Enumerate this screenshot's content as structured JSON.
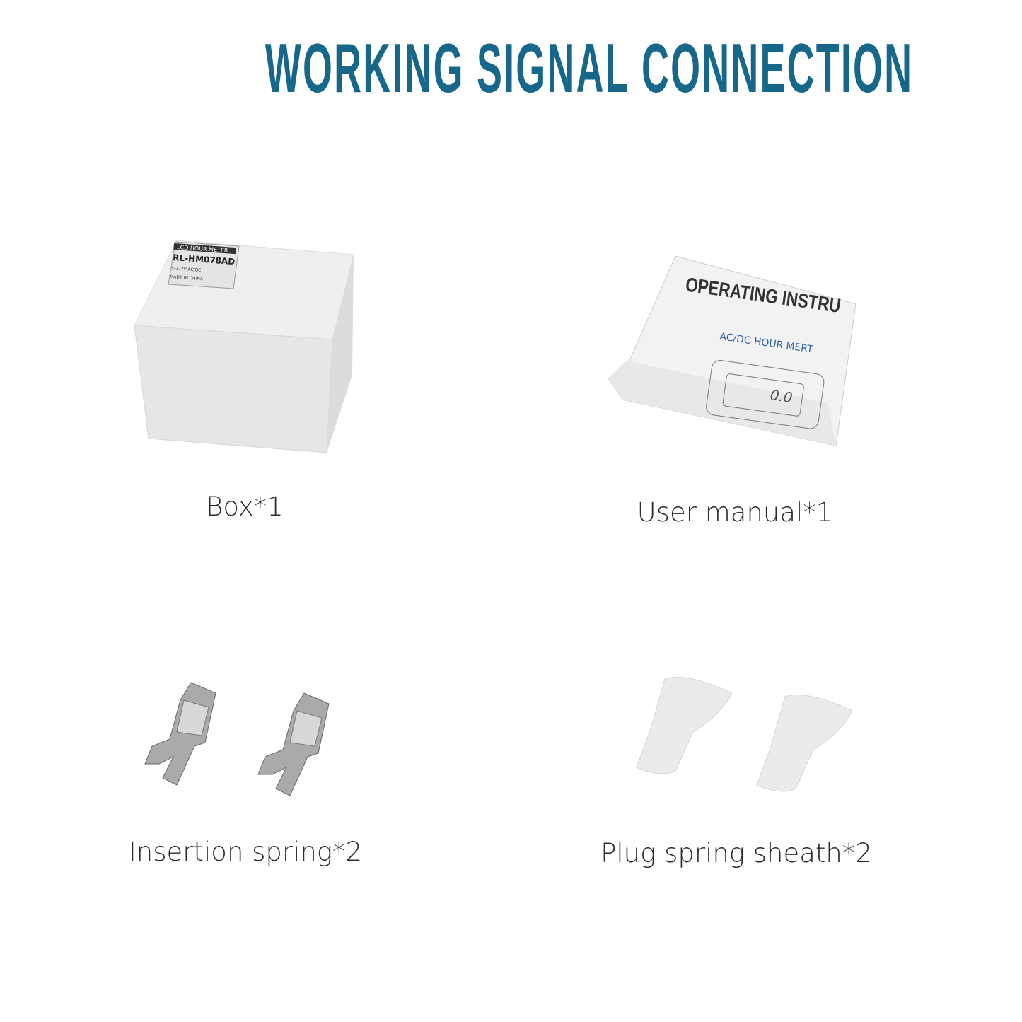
{
  "title": "WORKING SIGNAL CONNECTION",
  "accent_color": "#17678a",
  "items": [
    {
      "caption": "Box*1",
      "label": {
        "line1": "LCD HOUR METER",
        "model": "RL-HM078AD",
        "voltage": "5-277V AC/DC",
        "origin": "MADE IN CHINA"
      }
    },
    {
      "caption": "User manual*1",
      "manual": {
        "heading": "OPERATING INSTRU",
        "subheading": "AC/DC HOUR MERT",
        "display": "0.0"
      }
    },
    {
      "caption": "Insertion spring*2"
    },
    {
      "caption": "Plug spring sheath*2"
    }
  ]
}
